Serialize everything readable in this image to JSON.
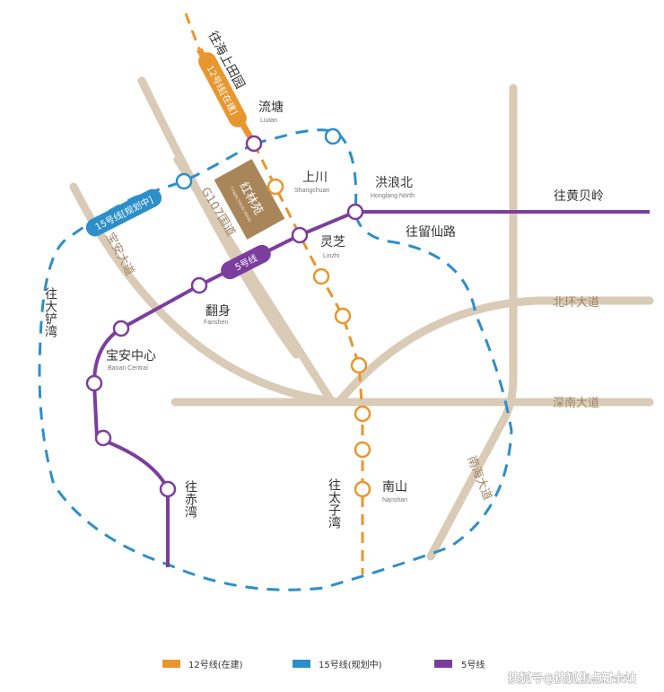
{
  "lines": {
    "line12": {
      "badge": "12号线[在建]",
      "color": "#e8962e"
    },
    "line15": {
      "badge": "15号线[规划中]",
      "color": "#2d8fc9"
    },
    "line5": {
      "badge": "5号线",
      "color": "#7b3e9e"
    }
  },
  "stations": {
    "liutang": {
      "zh": "流塘",
      "en": "Liutan"
    },
    "shangchuan": {
      "zh": "上川",
      "en": "Shangchuan"
    },
    "honglangbei": {
      "zh": "洪浪北",
      "en": "Honglang North"
    },
    "linzhi": {
      "zh": "灵芝",
      "en": "Linzhi"
    },
    "fanshen": {
      "zh": "翻身",
      "en": "Fanshen"
    },
    "baoan_central": {
      "zh": "宝安中心",
      "en": "Baoan Central"
    },
    "nanshan": {
      "zh": "南山",
      "en": "Nanshan"
    }
  },
  "directions": {
    "shanghai_tianyuan": "往海上田园",
    "huangbeiling": "往黄贝岭",
    "liuxian_road": "往留仙路",
    "dachanwan": "往大铲湾",
    "chiwan": "往赤湾",
    "taiziwan": "往太子湾"
  },
  "roads": {
    "g107": "G107国道",
    "baoan_avenue": "宝安大道",
    "beihuan": "北环大道",
    "shennan": "深南大道",
    "nanhai": "南海大道"
  },
  "project": {
    "name": "红林苑",
    "sub": "TYMALTRUN MIHN"
  },
  "legend": [
    {
      "label": "12号线(在建)",
      "color": "#e8962e"
    },
    {
      "label": "15号线(规划中)",
      "color": "#2d8fc9"
    },
    {
      "label": "5号线",
      "color": "#7b3e9e"
    }
  ],
  "watermark": "搜狐号@搜狐焦点新余站",
  "colors": {
    "road": "#d9cbb6",
    "project": "#a8865a"
  }
}
